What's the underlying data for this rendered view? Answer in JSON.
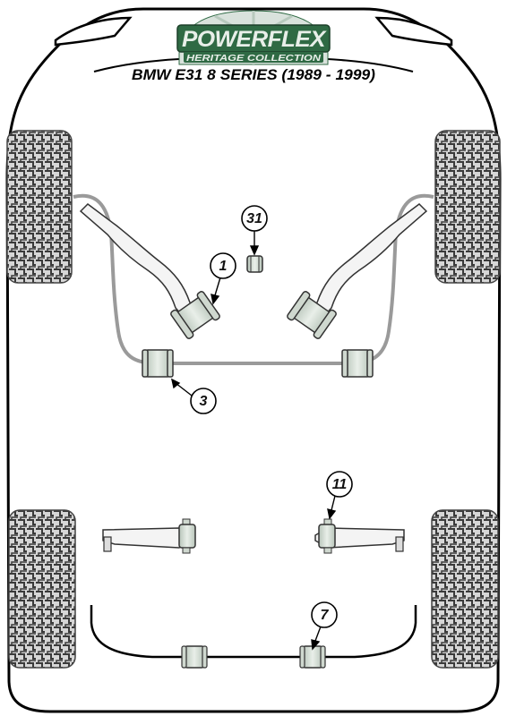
{
  "brand": {
    "name": "POWERFLEX",
    "tagline": "HERITAGE COLLECTION"
  },
  "vehicle_title": "BMW E31 8 SERIES (1989 - 1999)",
  "callouts": [
    {
      "id": "front-upper-arm",
      "number": "1"
    },
    {
      "id": "front-small-bush",
      "number": "31"
    },
    {
      "id": "front-anti-roll-bar",
      "number": "3"
    },
    {
      "id": "rear-lateral-arm",
      "number": "11"
    },
    {
      "id": "rear-anti-roll-bar",
      "number": "7"
    }
  ],
  "colors": {
    "bush_fill": "#cfd8cf",
    "bush_stroke": "#333333",
    "bar_gray": "#9a9a9a",
    "tyre_fill": "#cfcfcf",
    "tyre_tread": "#3a3a3a",
    "logo_green": "#2f6a44",
    "logo_bg": "#dfe6e2"
  }
}
